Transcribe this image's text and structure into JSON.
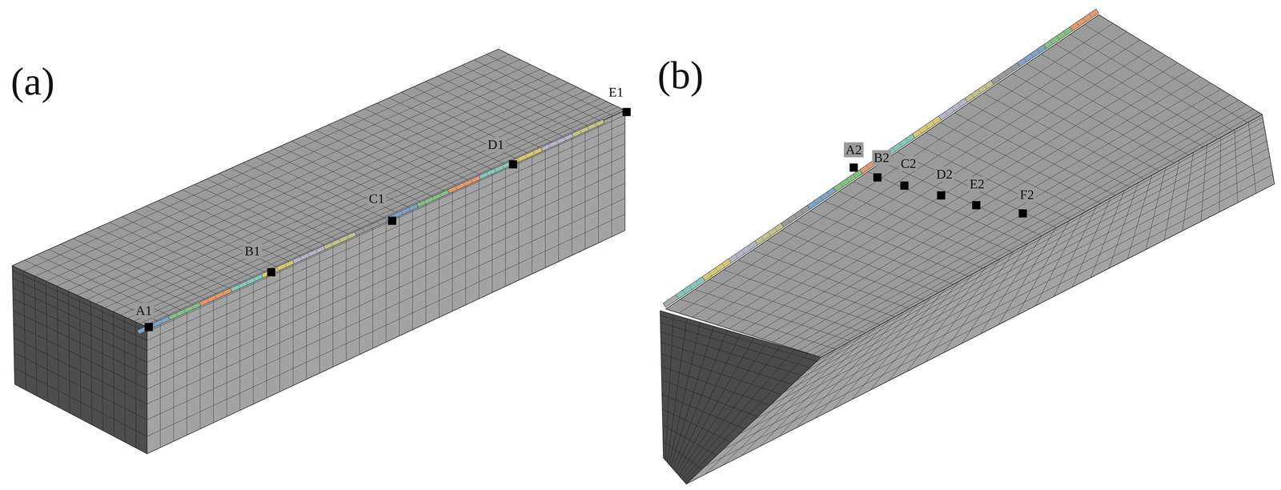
{
  "diagram": {
    "labels": [
      "(a)",
      "(b)",
      "A1",
      "B1",
      "C1",
      "D1",
      "E1",
      "A2",
      "B2",
      "C2",
      "D2",
      "E2",
      "F2"
    ]
  }
}
